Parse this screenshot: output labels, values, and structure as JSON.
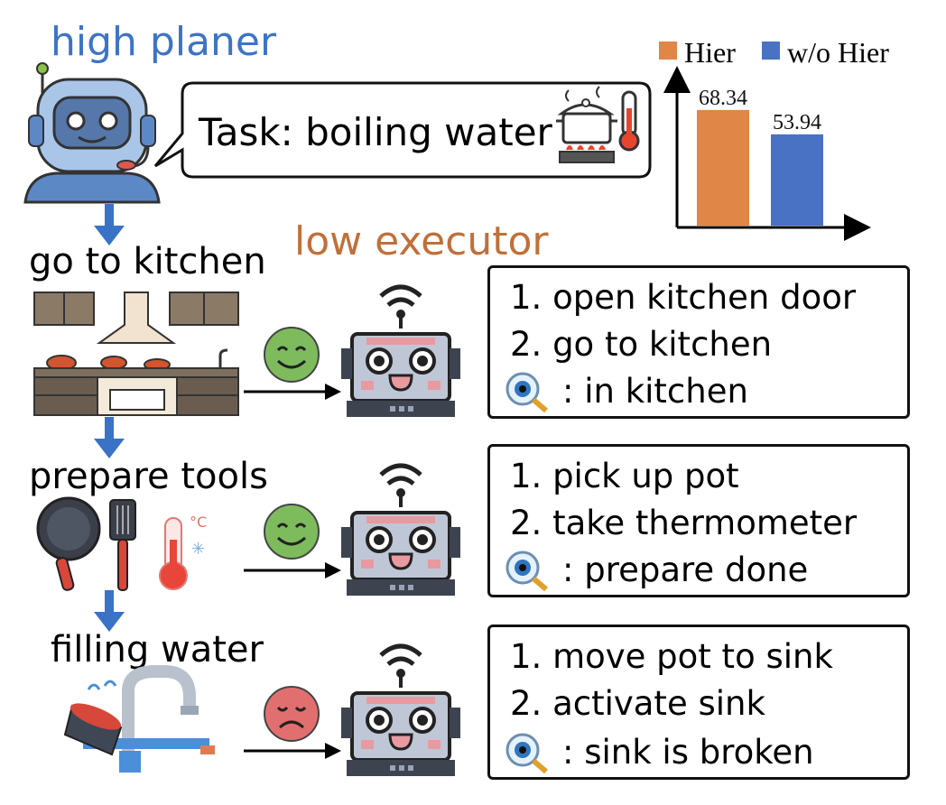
{
  "high_planner": {
    "title": "high planer"
  },
  "low_executor": {
    "title": "low executor"
  },
  "task_bubble": {
    "text": "Task: boiling water"
  },
  "colors": {
    "hier": "#e08646",
    "wo_hier": "#4a72c4",
    "blue_title": "#3d74c6",
    "orange_title": "#c0703a",
    "arrow_blue": "#3a72c6",
    "happy_face": "#7dbb5c",
    "sad_face": "#e26f6f"
  },
  "steps": [
    {
      "label": "go to kitchen",
      "status": "happy",
      "actions": [
        "1. open kitchen door",
        "2. go to kitchen"
      ],
      "observation": ": in kitchen"
    },
    {
      "label": "prepare tools",
      "status": "happy",
      "actions": [
        "1. pick up pot",
        "2. take thermometer"
      ],
      "observation": ": prepare done"
    },
    {
      "label": "filling water",
      "status": "sad",
      "actions": [
        "1. move pot to sink",
        "2. activate sink"
      ],
      "observation": ": sink is broken"
    }
  ],
  "chart_data": {
    "type": "bar",
    "categories": [
      "Hier",
      "w/o Hier"
    ],
    "values": [
      68.34,
      53.94
    ],
    "series": [
      {
        "name": "Hier",
        "values": [
          68.34
        ]
      },
      {
        "name": "w/o Hier",
        "values": [
          53.94
        ]
      }
    ],
    "legend": [
      "Hier",
      "w/o Hier"
    ],
    "legend_position": "top",
    "title": "",
    "xlabel": "",
    "ylabel": "",
    "ylim": [
      0,
      80
    ],
    "grid": false
  }
}
